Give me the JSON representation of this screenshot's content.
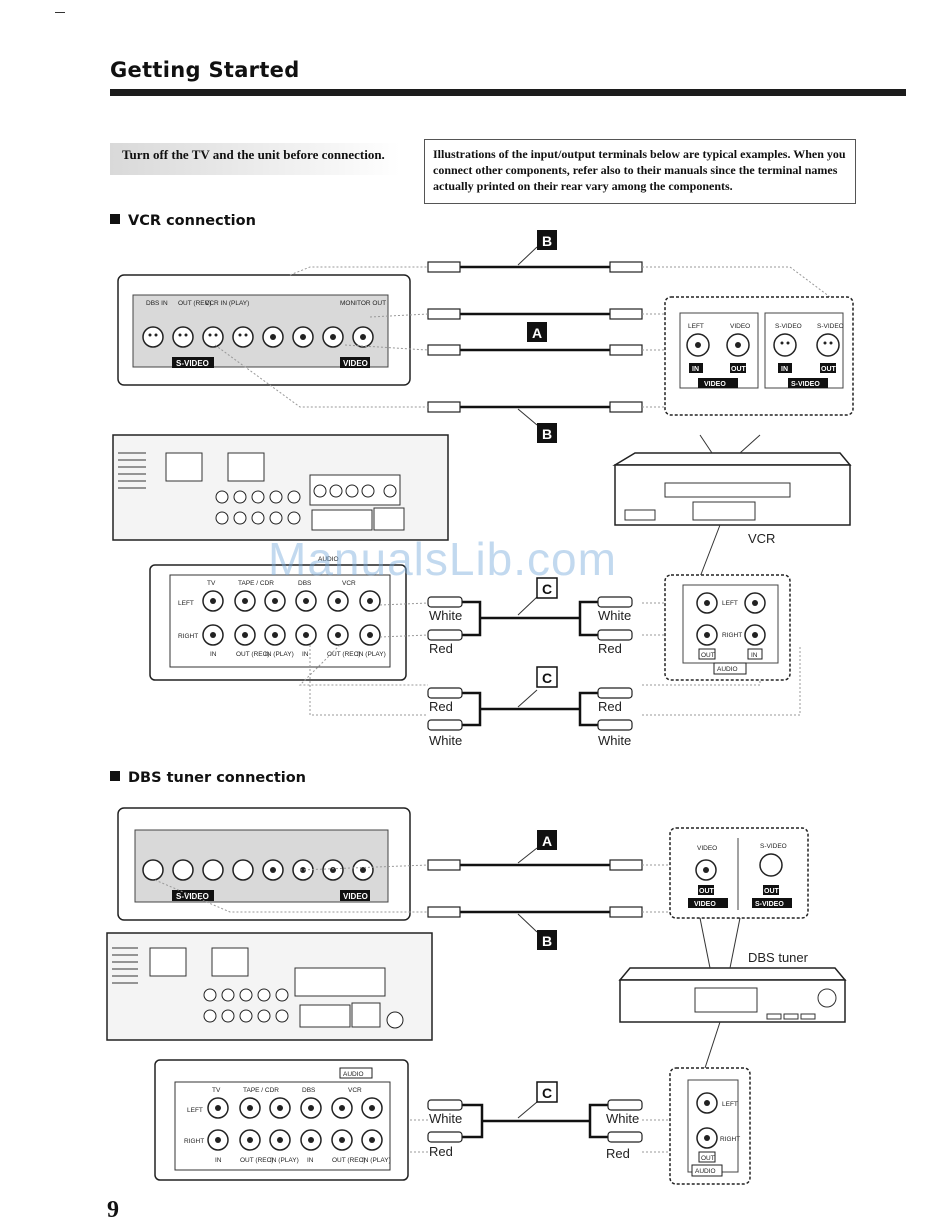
{
  "page": {
    "title": "Getting Started",
    "warning": "Turn off the TV and the unit before connection.",
    "note": "Illustrations of the input/output terminals below are typical examples. When you connect other components, refer also to their manuals since the terminal names actually printed on their rear vary among the components.",
    "page_number": "9",
    "watermark": "ManualsLib.com"
  },
  "vcr_section": {
    "heading": "VCR connection",
    "device_label": "VCR",
    "cable_a": "A",
    "cable_b": "B",
    "cable_c": "C",
    "white": "White",
    "red": "Red",
    "receiver_panel": {
      "dbs_in": "DBS IN",
      "vcr_out": "OUT (REC)",
      "vcr_in": "VCR IN (PLAY)",
      "monitor_out": "MONITOR OUT",
      "s_video": "S-VIDEO",
      "video": "VIDEO"
    },
    "audio_panel": {
      "tv": "TV",
      "tape_cdr": "TAPE / CDR",
      "dbs": "DBS",
      "vcr": "VCR",
      "left": "LEFT",
      "right": "RIGHT",
      "in": "IN",
      "out_rec": "OUT (REC)",
      "in_play": "IN (PLAY)",
      "audio": "AUDIO"
    },
    "vcr_panel": {
      "left": "LEFT",
      "video": "VIDEO",
      "s_video": "S-VIDEO",
      "in": "IN",
      "out": "OUT",
      "video_tag": "VIDEO",
      "svideo_tag": "S-VIDEO",
      "audio_out": "OUT",
      "audio_in": "IN",
      "audio_tag": "AUDIO",
      "right": "RIGHT"
    }
  },
  "dbs_section": {
    "heading": "DBS tuner connection",
    "device_label": "DBS tuner",
    "cable_a": "A",
    "cable_b": "B",
    "cable_c": "C",
    "white": "White",
    "red": "Red",
    "tuner_panel": {
      "video": "VIDEO",
      "s_video": "S-VIDEO",
      "out": "OUT",
      "video_tag": "VIDEO",
      "svideo_tag": "S-VIDEO",
      "left": "LEFT",
      "right": "RIGHT",
      "audio_out": "OUT",
      "audio_tag": "AUDIO"
    },
    "audio_panel": {
      "audio": "AUDIO",
      "tv": "TV",
      "tape_cdr": "TAPE / CDR",
      "dbs": "DBS",
      "vcr": "VCR",
      "left": "LEFT",
      "right": "RIGHT",
      "in": "IN",
      "out_rec": "OUT (REC)",
      "in_play": "IN (PLAY)"
    }
  }
}
